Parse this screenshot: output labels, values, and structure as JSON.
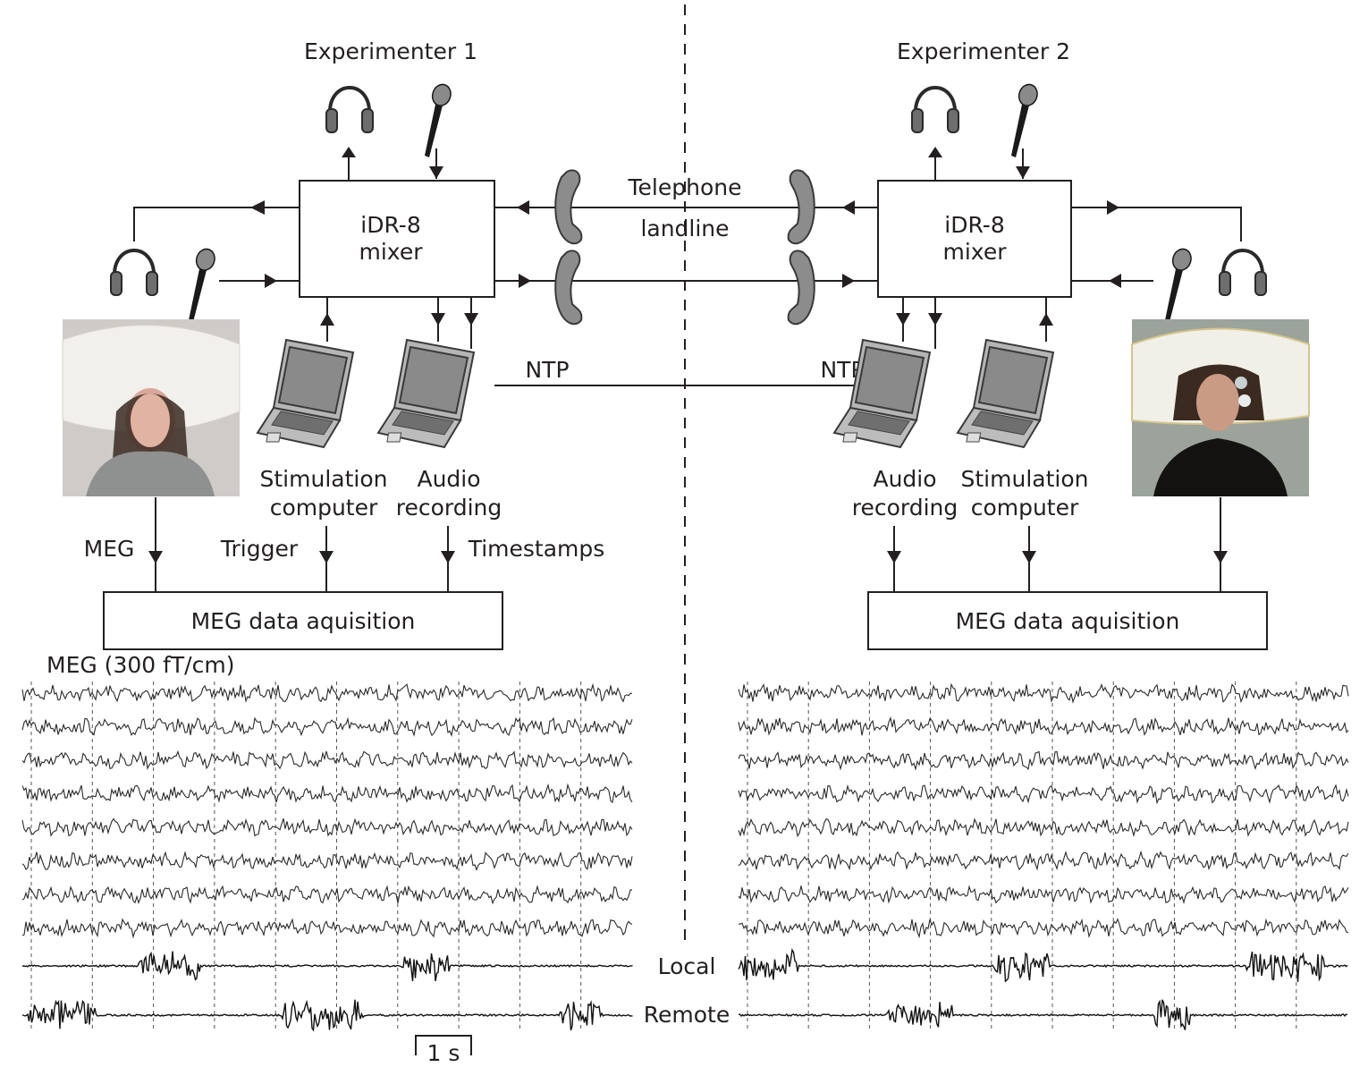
{
  "figure": {
    "divider": "dashed vertical line separating site 1 and site 2",
    "sites": [
      {
        "id": "site1",
        "experimenter_label": "Experimenter 1",
        "mixer_label_line1": "iDR-8",
        "mixer_label_line2": "mixer",
        "computers": [
          {
            "label_line1": "Stimulation",
            "label_line2": "computer"
          },
          {
            "label_line1": "Audio",
            "label_line2": "recording"
          }
        ],
        "signal_labels": {
          "meg": "MEG",
          "trigger": "Trigger",
          "timestamps": "Timestamps"
        },
        "acquisition_label": "MEG data aquisition",
        "ntp_label": "NTP",
        "subject_photo": "participant in MEG helmet (site 1)"
      },
      {
        "id": "site2",
        "experimenter_label": "Experimenter 2",
        "mixer_label_line1": "iDR-8",
        "mixer_label_line2": "mixer",
        "computers": [
          {
            "label_line1": "Audio",
            "label_line2": "recording"
          },
          {
            "label_line1": "Stimulation",
            "label_line2": "computer"
          }
        ],
        "acquisition_label": "MEG data aquisition",
        "ntp_label": "NTP",
        "subject_photo": "participant in MEG helmet (site 2)"
      }
    ],
    "telephone_label_line1": "Telephone",
    "telephone_label_line2": "landline",
    "icons": [
      "headphones-icon",
      "microphone-icon",
      "telephone-handset-icon",
      "laptop-icon"
    ]
  },
  "traces": {
    "scale_label": "MEG (300 fT/cm)",
    "meg_channel_count": 8,
    "audio_rows": [
      {
        "label": "Local"
      },
      {
        "label": "Remote"
      }
    ],
    "scale_bar_label": "1 s",
    "grid_interval_s": 1,
    "duration_s": 10,
    "site1_local_bursts_s": [
      [
        1.9,
        2.9
      ],
      [
        6.2,
        7.0
      ]
    ],
    "site1_remote_bursts_s": [
      [
        0.1,
        1.2
      ],
      [
        4.2,
        5.6
      ],
      [
        8.8,
        9.5
      ]
    ],
    "site2_local_bursts_s": [
      [
        0.0,
        1.0
      ],
      [
        4.2,
        5.1
      ],
      [
        8.3,
        9.6
      ]
    ],
    "site2_remote_bursts_s": [
      [
        2.4,
        3.5
      ],
      [
        6.8,
        7.4
      ]
    ]
  }
}
